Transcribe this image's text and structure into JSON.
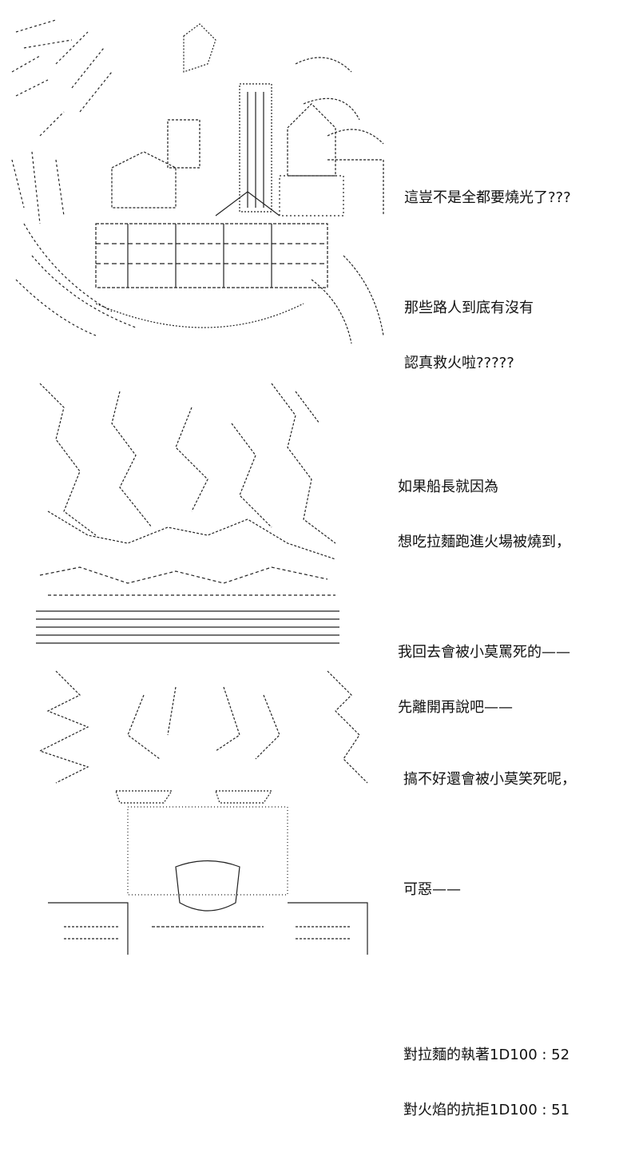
{
  "panels": [
    {
      "art_description_icon": "burning-town-ascii-art",
      "lines": [
        "這豈不是全都要燒光了???",
        "",
        "那些路人到底有沒有",
        "認真救火啦?????"
      ]
    },
    {
      "art_description_icon": "flames-and-stone-wall-ascii-art",
      "lines": [
        "如果船長就因為",
        "想吃拉麵跑進火場被燒到，",
        "",
        "我回去會被小莫罵死的——",
        "先離開再說吧——"
      ]
    },
    {
      "art_description_icon": "spiky-haired-character-ascii-art",
      "lines": [
        "搞不好還會被小莫笑死呢，",
        "",
        "可惡——",
        "",
        "",
        "對拉麵的執著1D100 : 52",
        "對火焰的抗拒1D100 : 51"
      ]
    }
  ],
  "colors": {
    "ink": "#111111",
    "background": "#ffffff"
  }
}
